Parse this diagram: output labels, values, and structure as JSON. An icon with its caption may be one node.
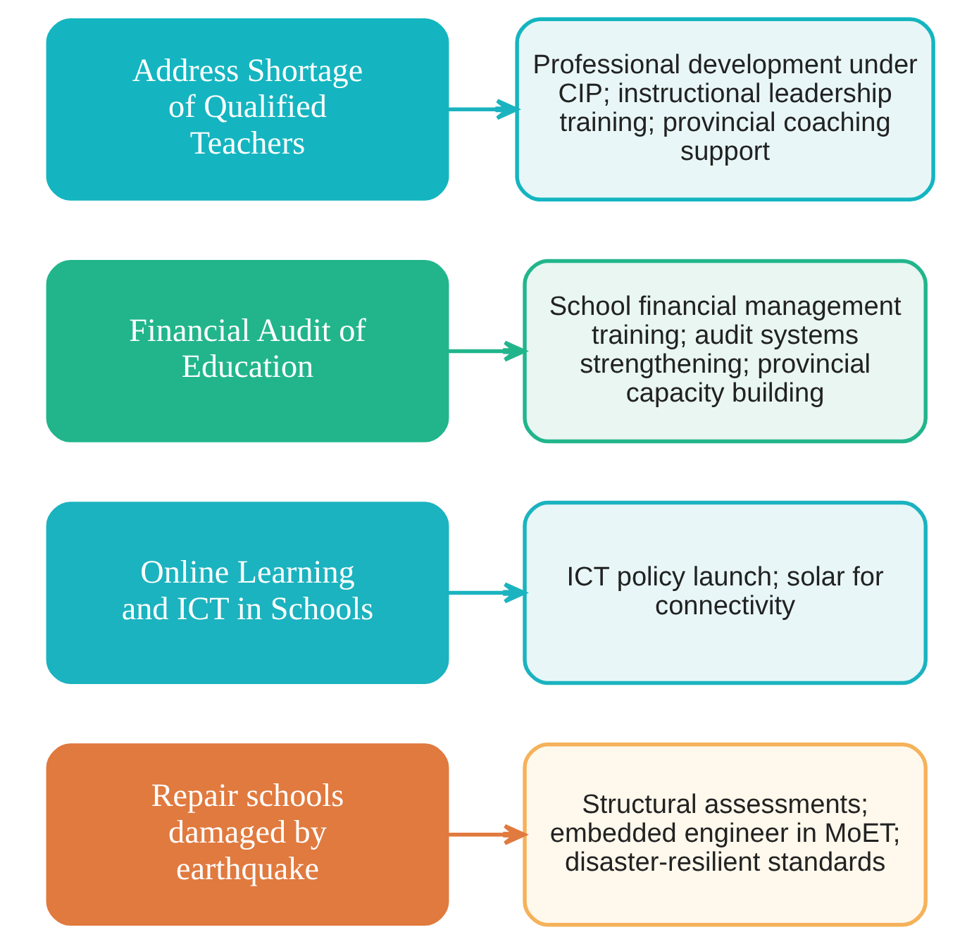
{
  "diagram": {
    "nodes": [
      {
        "text": [
          "Repair schools damaged by earthquake"
        ]
      },
      {
        "text": [
          "Structural assessments; embedded engineer in MoET; disaster-resilient standards"
        ]
      },
      {
        "text": [
          "Online Learning and ICT in Schools"
        ]
      },
      {
        "text": [
          "ICT policy launch; solar for connectivity"
        ]
      },
      {
        "text": [
          "Financial Audit of Education"
        ]
      },
      {
        "text": [
          "School financial management training; audit systems strengthening; provincial capacity building"
        ]
      },
      {
        "text": [
          "Address Shortage of Qualified Teachers"
        ]
      },
      {
        "text": [
          "Professional development under CIP; instructional leadership training; provincial coaching support"
        ]
      }
    ],
    "edges": [
      {
        "from": 0,
        "to": 1,
        "arrow": "to",
        "color": "#e07a3f"
      },
      {
        "from": 2,
        "to": 3,
        "arrow": "to"
      },
      {
        "from": 4,
        "to": 5,
        "arrow": "to",
        "color": "#22b58c"
      },
      {
        "from": 6,
        "to": 7,
        "arrow": "to"
      }
    ]
  }
}
